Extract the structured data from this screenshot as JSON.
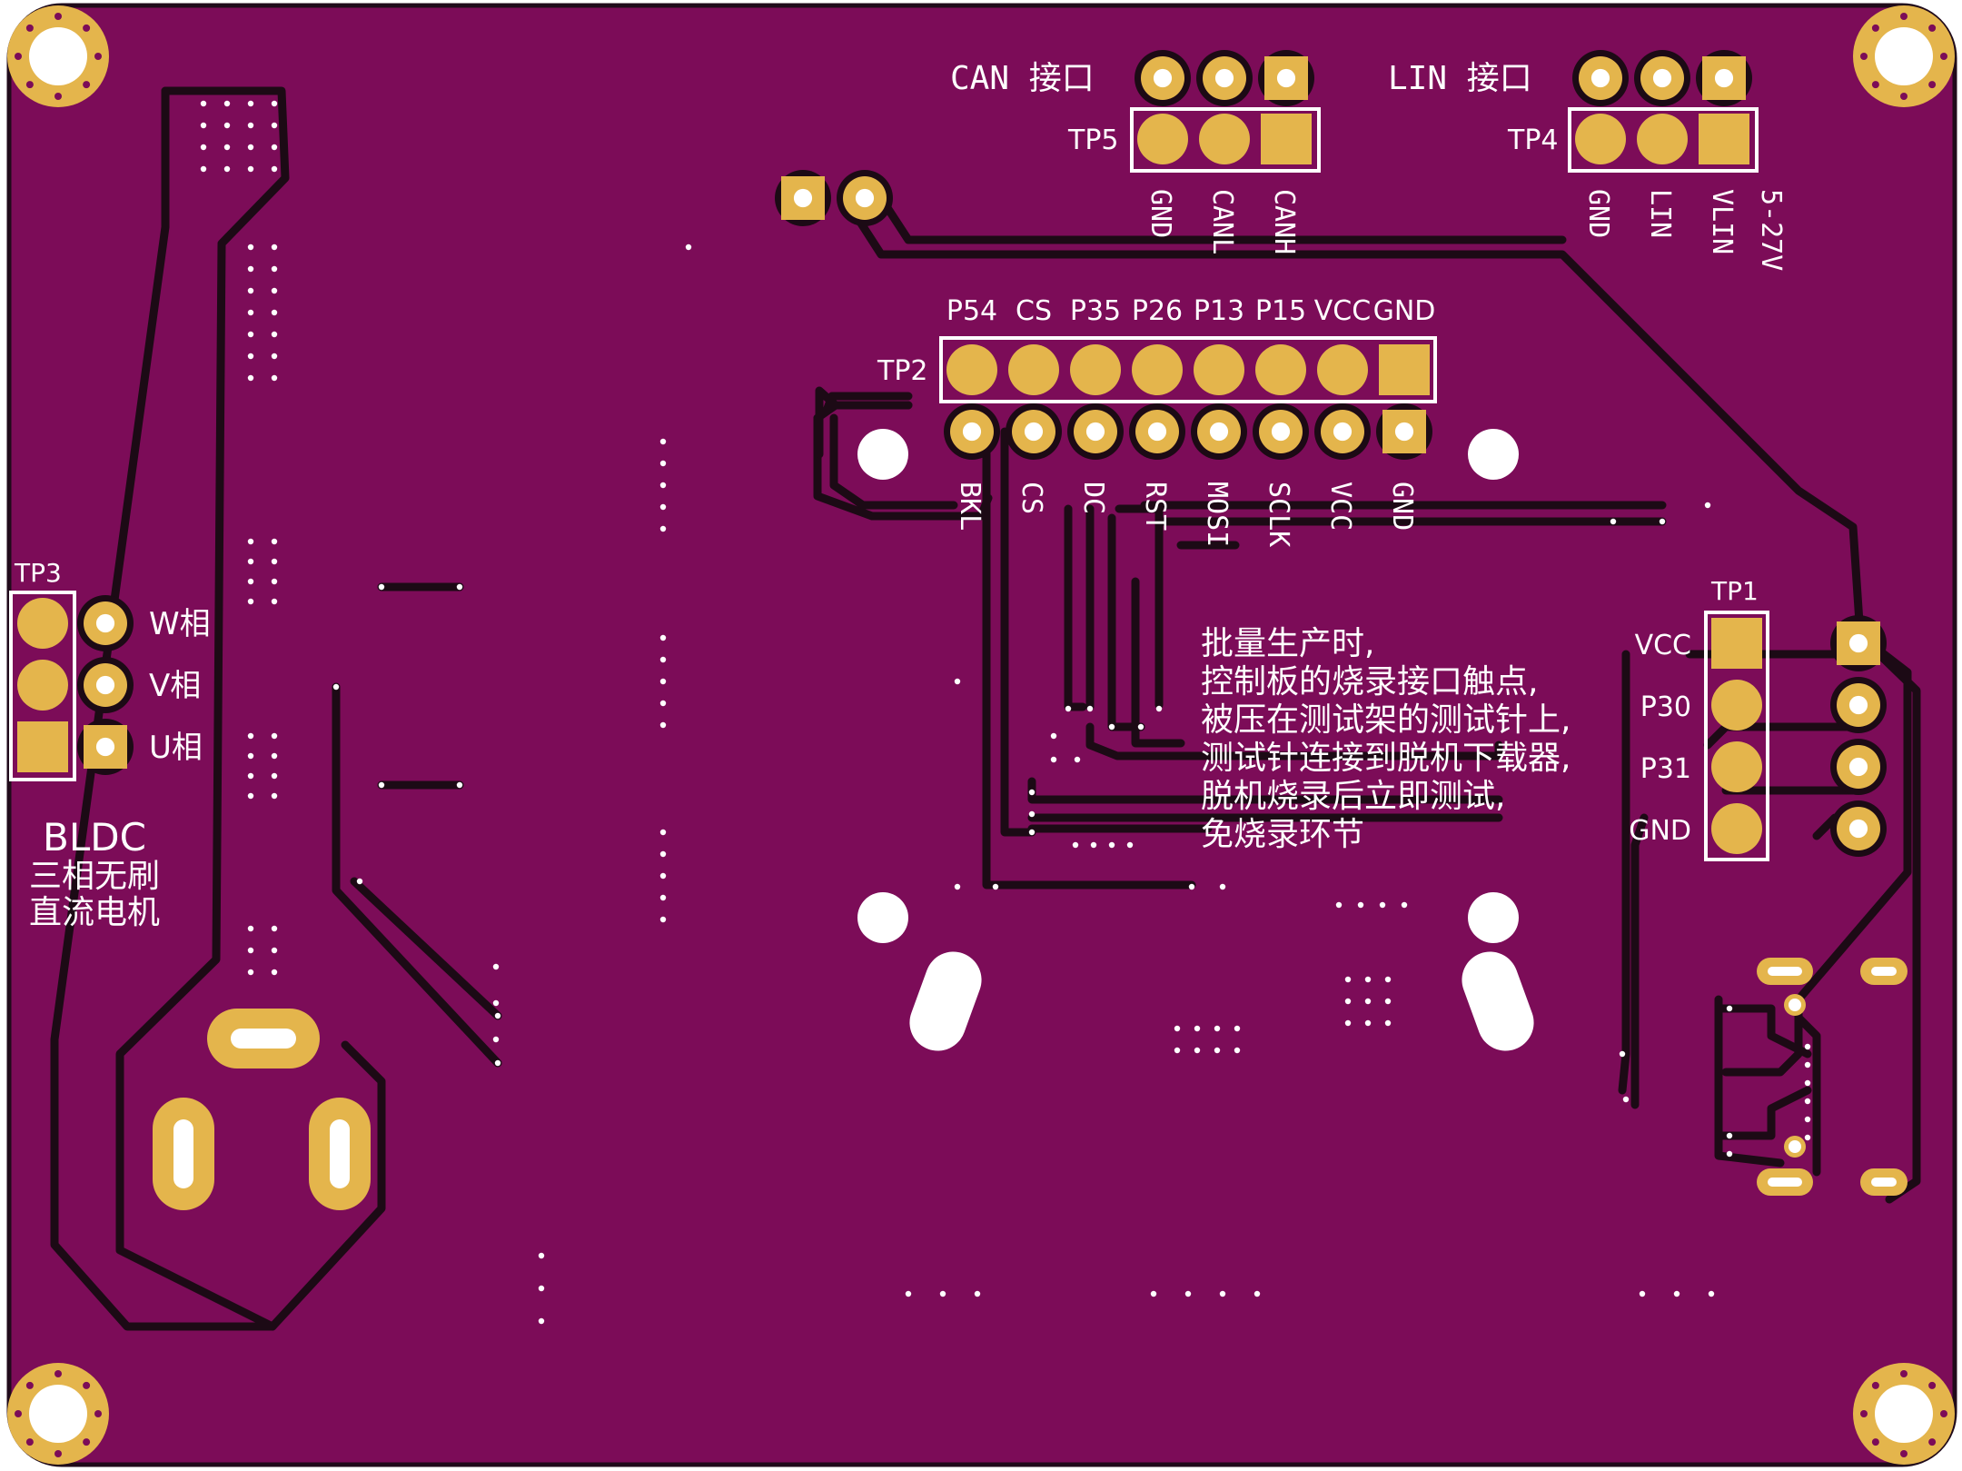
{
  "colors": {
    "board": "#7c0c58",
    "board_edge": "#200a1a",
    "trace": "#1c0a15",
    "copper": "#e4b54c",
    "silk": "#ffffff",
    "hole": "#ffffff"
  },
  "connectors": {
    "can": {
      "title": "CAN 接口",
      "ref": "TP5",
      "pins": [
        "GND",
        "CANL",
        "CANH"
      ]
    },
    "lin": {
      "title": "LIN 接口",
      "ref": "TP4",
      "pins": [
        "GND",
        "LIN",
        "VLIN"
      ],
      "voltage": "5-27V"
    },
    "tp2": {
      "ref": "TP2",
      "top_labels": [
        "P54",
        "CS",
        "P35",
        "P26",
        "P13",
        "P15",
        "VCC",
        "GND"
      ],
      "bottom_labels": [
        "BKL",
        "CS",
        "DC",
        "RST",
        "MOSI",
        "SCLK",
        "VCC",
        "GND"
      ]
    },
    "tp1": {
      "ref": "TP1",
      "pins": [
        "VCC",
        "P30",
        "P31",
        "GND"
      ]
    },
    "tp3": {
      "ref": "TP3",
      "phases": [
        "W相",
        "V相",
        "U相"
      ]
    }
  },
  "bldc": {
    "title": "BLDC",
    "line1": "三相无刷",
    "line2": "直流电机"
  },
  "note": {
    "lines": [
      "批量生产时,",
      "控制板的烧录接口触点,",
      "被压在测试架的测试针上,",
      "测试针连接到脱机下载器,",
      "脱机烧录后立即测试,",
      "免烧录环节"
    ]
  }
}
